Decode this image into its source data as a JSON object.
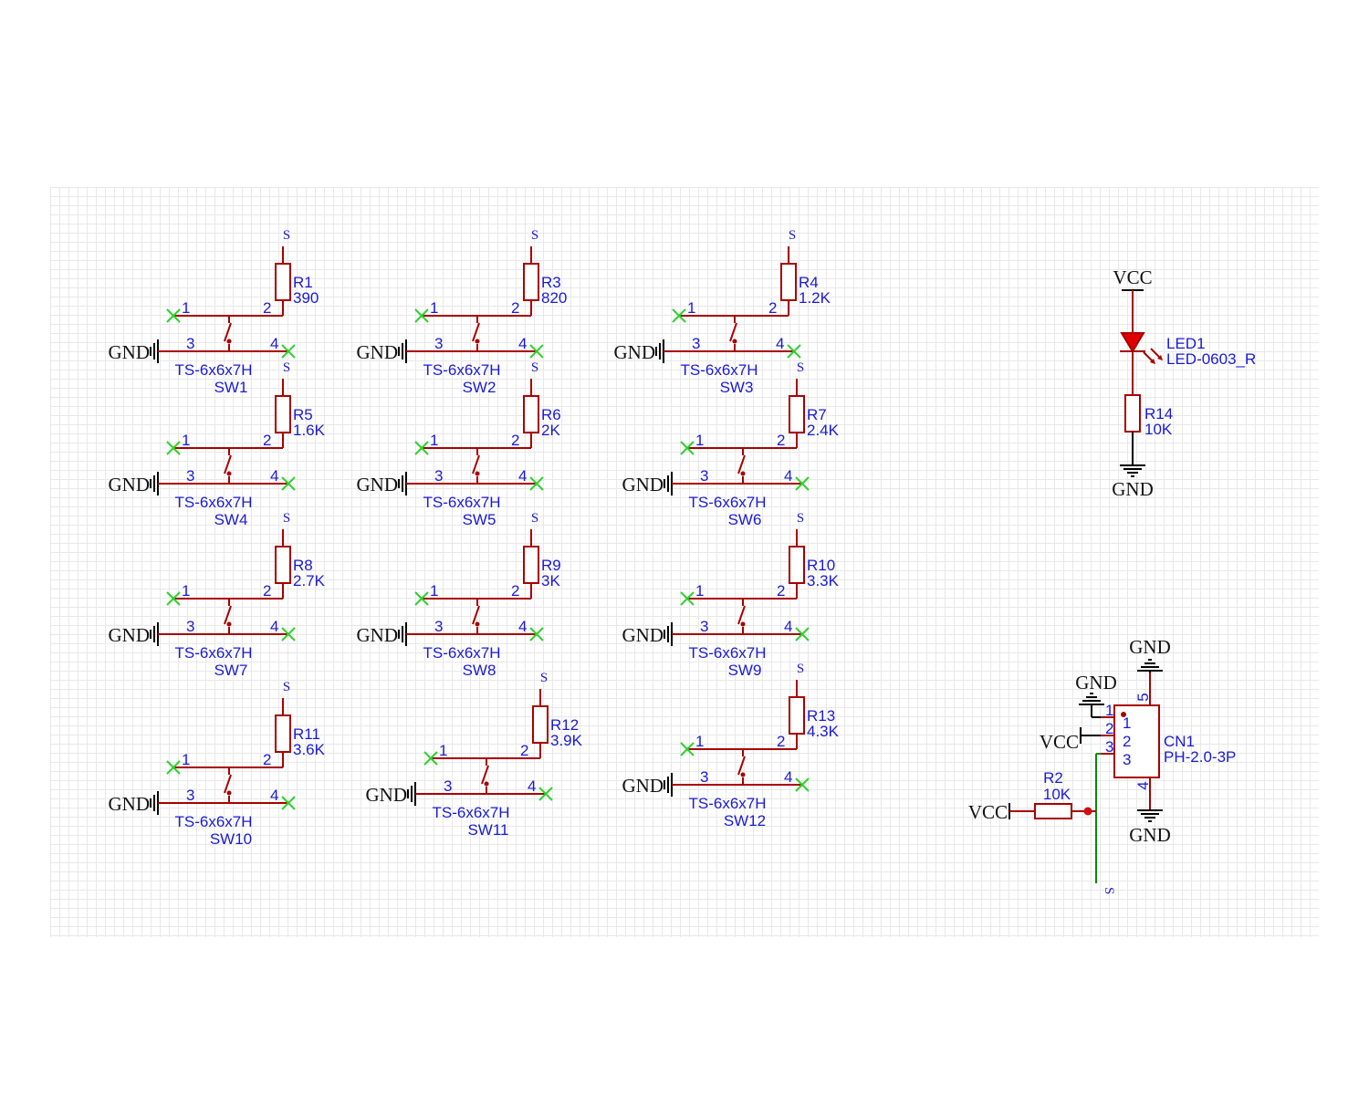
{
  "net_labels": {
    "gnd": "GND",
    "vcc": "VCC",
    "signal": "S"
  },
  "switch_footprint": "TS-6x6x7H",
  "switch_pins": [
    "1",
    "2",
    "3",
    "4"
  ],
  "buttons": [
    {
      "switch": "SW1",
      "resistor": "R1",
      "value": "390"
    },
    {
      "switch": "SW2",
      "resistor": "R3",
      "value": "820"
    },
    {
      "switch": "SW3",
      "resistor": "R4",
      "value": "1.2K"
    },
    {
      "switch": "SW4",
      "resistor": "R5",
      "value": "1.6K"
    },
    {
      "switch": "SW5",
      "resistor": "R6",
      "value": "2K"
    },
    {
      "switch": "SW6",
      "resistor": "R7",
      "value": "2.4K"
    },
    {
      "switch": "SW7",
      "resistor": "R8",
      "value": "2.7K"
    },
    {
      "switch": "SW8",
      "resistor": "R9",
      "value": "3K"
    },
    {
      "switch": "SW9",
      "resistor": "R10",
      "value": "3.3K"
    },
    {
      "switch": "SW10",
      "resistor": "R11",
      "value": "3.6K"
    },
    {
      "switch": "SW11",
      "resistor": "R12",
      "value": "3.9K"
    },
    {
      "switch": "SW12",
      "resistor": "R13",
      "value": "4.3K"
    }
  ],
  "led_circuit": {
    "led_ref": "LED1",
    "led_value": "LED-0603_R",
    "resistor_ref": "R14",
    "resistor_value": "10K"
  },
  "connector": {
    "ref": "CN1",
    "value": "PH-2.0-3P",
    "pins": [
      "1",
      "2",
      "3",
      "4",
      "5"
    ],
    "inner_pins": [
      "1",
      "2",
      "3"
    ],
    "pullup_ref": "R2",
    "pullup_value": "10K"
  },
  "colors": {
    "component": "#a80000",
    "pin_text": "#1a1ad6",
    "net_wire": "#0a8a0a",
    "no_connect": "#2ed12e",
    "led_fill": "#e00000",
    "grid": "#e8e8e8"
  }
}
